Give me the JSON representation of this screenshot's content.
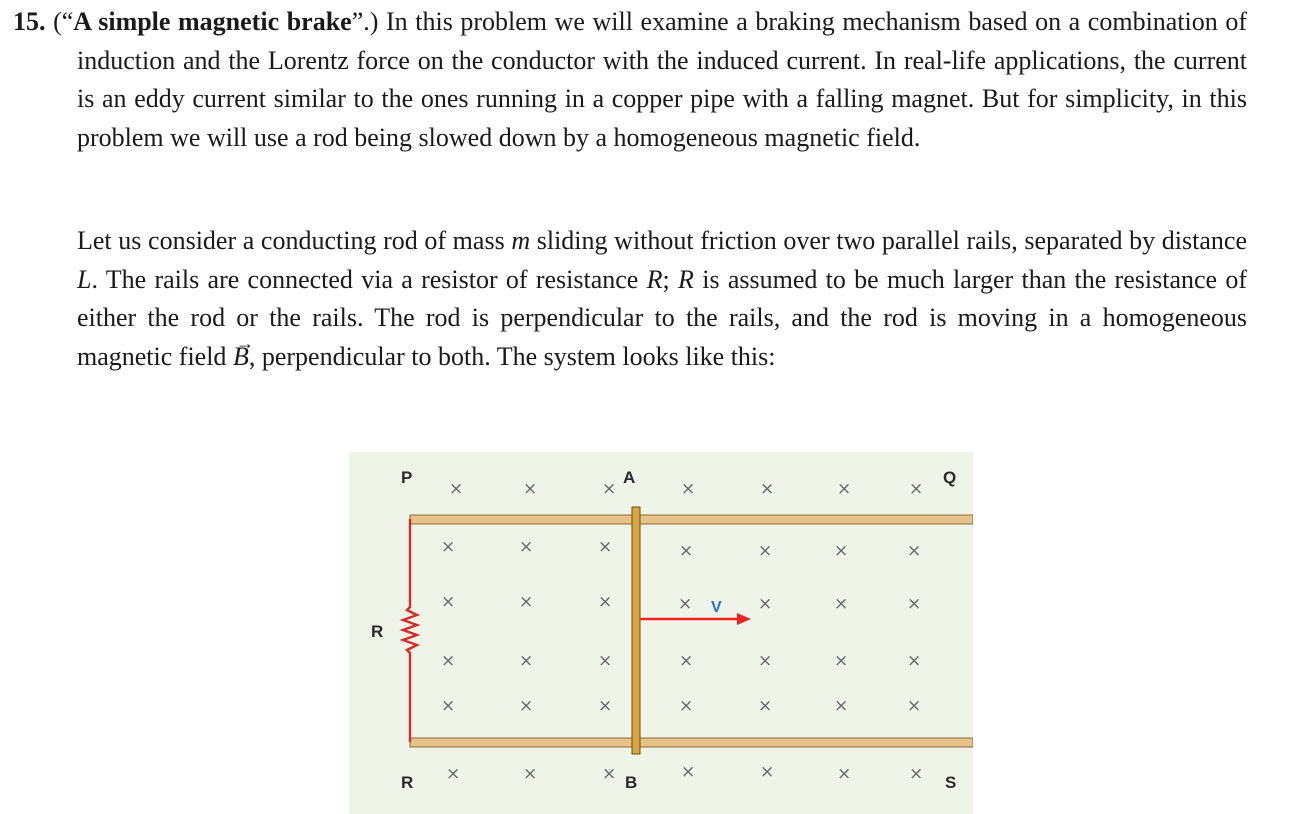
{
  "problem": {
    "number": "15.",
    "title_open": "(“",
    "title": "A simple magnetic brake",
    "title_close": "”.)",
    "paragraph1": "In this problem we will examine a braking mechanism based on a combination of induction and the Lorentz force on the conductor with the induced current. In real-life applications, the current is an eddy current similar to the ones running in a copper pipe with a falling magnet. But for simplicity, in this problem we will use a rod being slowed down by a homogeneous magnetic field.",
    "paragraph2": {
      "t1": "Let us consider a conducting rod of mass ",
      "m": "m",
      "t2": " sliding without friction over two parallel rails, separated by distance ",
      "L": "L",
      "t3": ". The rails are connected via a resistor of resistance ",
      "R1": "R",
      "t4": "; ",
      "R2": "R",
      "t5": " is assumed to be much larger than the resistance of either the rod or the rails. The rod is perpendicular to the rails, and the rod is moving in a homogeneous magnetic field ",
      "B": "B",
      "t6": ", perpendicular to both. The system looks like this:"
    }
  },
  "figure": {
    "labels": {
      "P": "P",
      "A": "A",
      "Q": "Q",
      "R_left": "R",
      "R_bottom": "R",
      "B_bottom": "B",
      "S": "S",
      "V": "V"
    },
    "field_symbol": "×",
    "colors": {
      "background": "#eef5e8",
      "rail": "#e6c188",
      "rail_edge": "#8a6a3a",
      "rod": "#d9a441",
      "rod_edge": "#6b4a10",
      "wire": "#d42a2a",
      "arrow": "#ee2222",
      "label": "#2a2a2a",
      "v_label": "#2b6fd6",
      "cross": "#666666"
    }
  }
}
